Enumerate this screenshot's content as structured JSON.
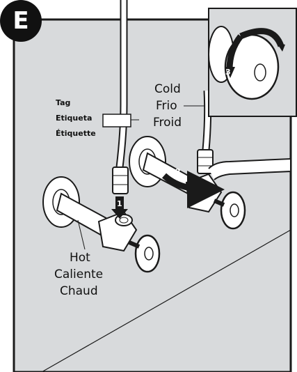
{
  "step": {
    "letter": "E"
  },
  "tag_label": {
    "en": "Tag",
    "es": "Etiqueta",
    "fr": "Étiquette"
  },
  "cold_label": {
    "en": "Cold",
    "es": "Frio",
    "fr": "Froid"
  },
  "hot_label": {
    "en": "Hot",
    "es": "Caliente",
    "fr": "Chaud"
  },
  "step_numbers": {
    "n1": "1",
    "n2": "2",
    "n3": "3"
  },
  "colors": {
    "wall": "#d8dadc",
    "outline": "#1a1a1a",
    "metal": "#ffffff",
    "badge": "#111111"
  }
}
